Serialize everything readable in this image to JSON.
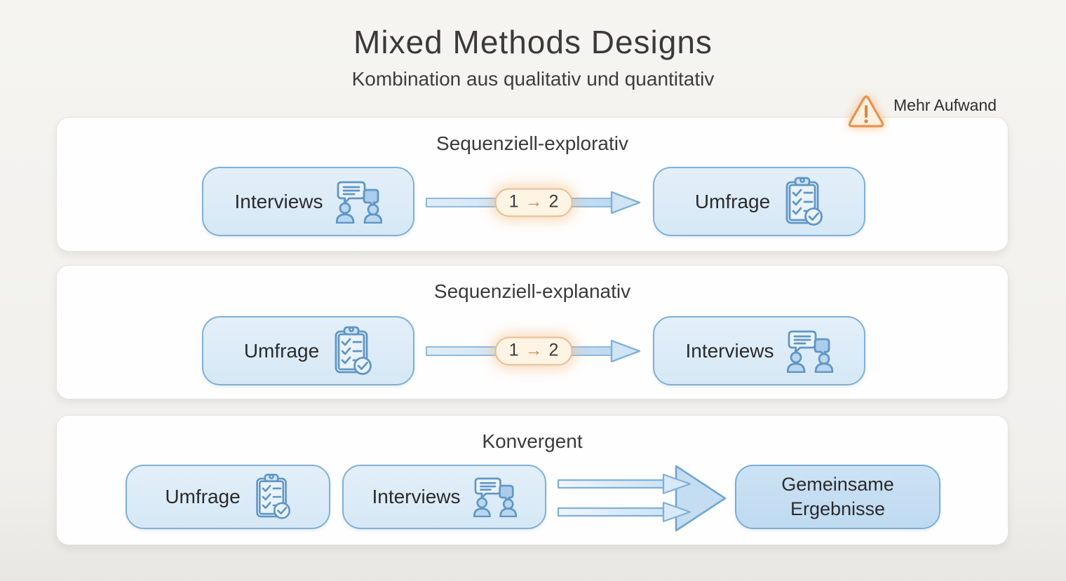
{
  "page": {
    "title": "Mixed Methods Designs",
    "subtitle": "Kombination aus qualitativ und quantitativ"
  },
  "warning": {
    "label": "Mehr Aufwand",
    "icon": "warning-triangle-icon"
  },
  "panels": [
    {
      "title": "Sequenziell-explorativ",
      "steps": [
        {
          "label": "Interviews",
          "icon": "chat-people-icon"
        },
        {
          "label": "Umfrage",
          "icon": "clipboard-check-icon"
        }
      ],
      "badge": {
        "from": "1",
        "arrow": "→",
        "to": "2"
      }
    },
    {
      "title": "Sequenziell-explanativ",
      "steps": [
        {
          "label": "Umfrage",
          "icon": "clipboard-check-icon"
        },
        {
          "label": "Interviews",
          "icon": "chat-people-icon"
        }
      ],
      "badge": {
        "from": "1",
        "arrow": "→",
        "to": "2"
      }
    },
    {
      "title": "Konvergent",
      "steps": [
        {
          "label": "Umfrage",
          "icon": "clipboard-check-icon"
        },
        {
          "label": "Interviews",
          "icon": "chat-people-icon"
        }
      ],
      "result": {
        "label": "Gemeinsame Ergebnisse"
      }
    }
  ],
  "colors": {
    "box_fill": "#dcebf7",
    "box_border": "#7fb0d8",
    "result_fill": "#c5ddf1",
    "icon_stroke": "#6096c5",
    "badge_bg": "#fdf4e4",
    "badge_border": "#e5c094",
    "warning_orange": "#e8914b",
    "panel_bg": "#fefefe",
    "page_bg": "#f1f0ed"
  }
}
